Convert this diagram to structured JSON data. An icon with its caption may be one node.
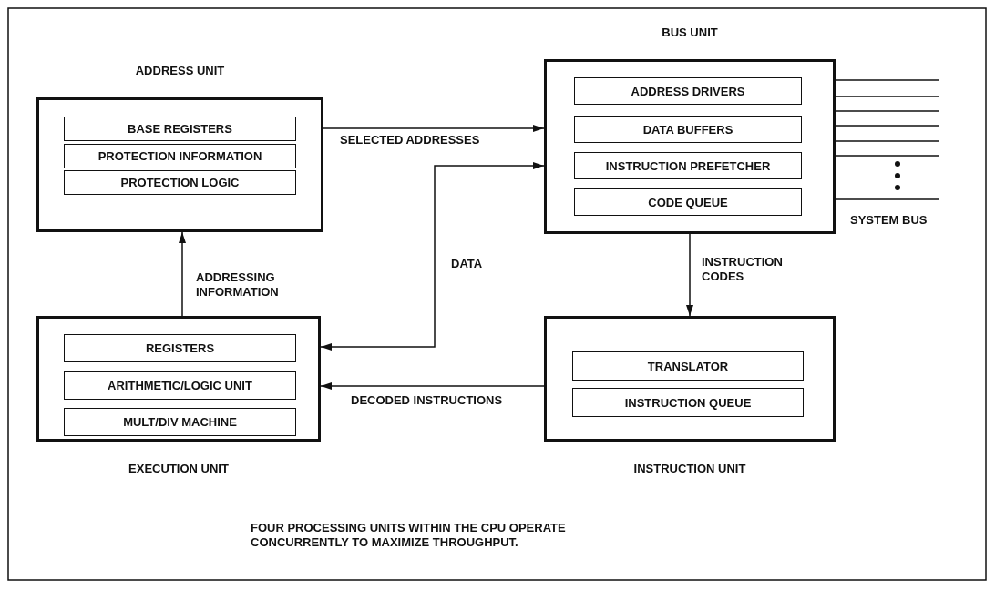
{
  "diagram": {
    "caption": "FOUR PROCESSING UNITS WITHIN THE CPU OPERATE CONCURRENTLY TO MAXIMIZE THROUGHPUT.",
    "nodes": [
      {
        "text": [
          "ADDRESS UNIT"
        ]
      },
      {
        "text": [
          "BASE REGISTERS"
        ],
        "in": 0
      },
      {
        "text": [
          "PROTECTION INFORMATION"
        ],
        "in": 0
      },
      {
        "text": [
          "PROTECTION LOGIC"
        ],
        "in": 0
      },
      {
        "text": [
          "BUS UNIT"
        ]
      },
      {
        "text": [
          "ADDRESS DRIVERS"
        ],
        "in": 4
      },
      {
        "text": [
          "DATA BUFFERS"
        ],
        "in": 4
      },
      {
        "text": [
          "INSTRUCTION PREFETCHER"
        ],
        "in": 4
      },
      {
        "text": [
          "CODE QUEUE"
        ],
        "in": 4
      },
      {
        "text": [
          "EXECUTION UNIT"
        ]
      },
      {
        "text": [
          "REGISTERS"
        ],
        "in": 9
      },
      {
        "text": [
          "ARITHMETIC/LOGIC UNIT"
        ],
        "in": 9
      },
      {
        "text": [
          "MULT/DIV MACHINE"
        ],
        "in": 9
      },
      {
        "text": [
          "INSTRUCTION UNIT"
        ]
      },
      {
        "text": [
          "TRANSLATOR"
        ],
        "in": 13
      },
      {
        "text": [
          "INSTRUCTION QUEUE"
        ],
        "in": 13
      }
    ],
    "edges": [
      {
        "from": 0,
        "to": 4,
        "arrow": "to",
        "label": "SELECTED ADDRESSES"
      },
      {
        "from": 9,
        "to": 4,
        "arrow": "both",
        "label": "DATA"
      },
      {
        "from": 9,
        "to": 0,
        "arrow": "to",
        "label": "ADDRESSING INFORMATION"
      },
      {
        "from": 4,
        "to": 13,
        "arrow": "to",
        "label": "INSTRUCTION CODES"
      },
      {
        "from": 13,
        "to": 9,
        "arrow": "to",
        "label": "DECODED INSTRUCTIONS"
      },
      {
        "from": 4,
        "to": null,
        "arrow": "none"
      },
      {
        "from": 4,
        "to": null,
        "arrow": "none"
      },
      {
        "from": 4,
        "to": null,
        "arrow": "none"
      },
      {
        "from": 4,
        "to": null,
        "arrow": "none"
      },
      {
        "from": 4,
        "to": null,
        "arrow": "none"
      },
      {
        "from": 4,
        "to": null,
        "arrow": "none"
      },
      {
        "from": 4,
        "to": null,
        "arrow": "none"
      }
    ],
    "labels": [
      "SYSTEM BUS"
    ]
  }
}
